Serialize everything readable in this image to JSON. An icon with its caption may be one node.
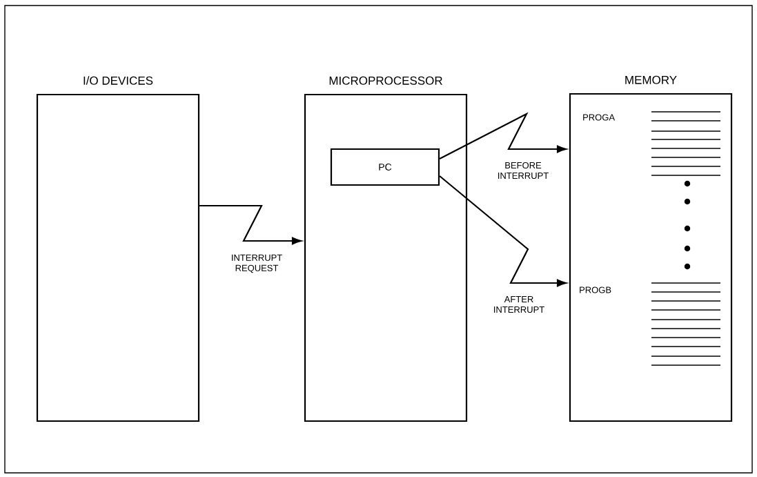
{
  "diagram": {
    "nodes": [
      {
        "text": [
          "I/O DEVICES"
        ]
      },
      {
        "text": [
          "MICROPROCESSOR"
        ]
      },
      {
        "text": [
          "PC"
        ],
        "in": 1
      },
      {
        "text": [
          "MEMORY"
        ]
      }
    ],
    "edges": [
      {
        "from": 0,
        "to": 1,
        "arrow": "to",
        "label": "INTERRUPT REQUEST"
      },
      {
        "from": 2,
        "to": 3,
        "arrow": "to",
        "label": "BEFORE INTERRUPT"
      },
      {
        "from": 2,
        "to": 3,
        "arrow": "to",
        "label": "AFTER INTERRUPT"
      }
    ],
    "labels": [
      "PROGA",
      "PROGB"
    ]
  }
}
